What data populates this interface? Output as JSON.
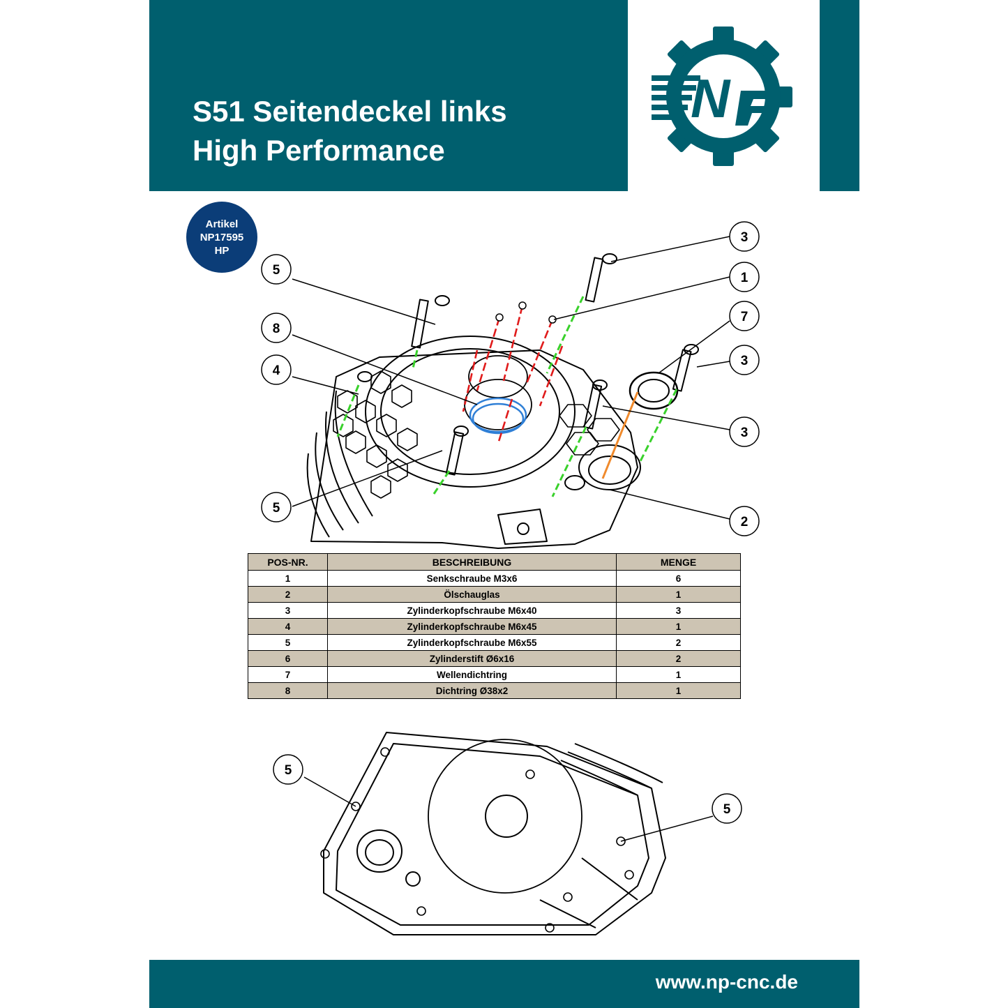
{
  "header": {
    "title_line1": "S51 Seitendeckel links",
    "title_line2": "High Performance"
  },
  "logo": {
    "text": "NP",
    "icon": "np-gear-logo"
  },
  "badge": {
    "line1": "Artikel",
    "line2": "NP17595",
    "line3": "HP"
  },
  "callouts_top": [
    "3",
    "5",
    "1",
    "8",
    "7",
    "4",
    "3",
    "3",
    "5",
    "2"
  ],
  "callouts_bottom": [
    "5",
    "5"
  ],
  "table": {
    "headers": [
      "POS-NR.",
      "BESCHREIBUNG",
      "MENGE"
    ],
    "rows": [
      {
        "pos": "1",
        "desc": "Senkschraube M3x6",
        "qty": "6"
      },
      {
        "pos": "2",
        "desc": "Ölschauglas",
        "qty": "1"
      },
      {
        "pos": "3",
        "desc": "Zylinderkopfschraube M6x40",
        "qty": "3"
      },
      {
        "pos": "4",
        "desc": "Zylinderkopfschraube M6x45",
        "qty": "1"
      },
      {
        "pos": "5",
        "desc": "Zylinderkopfschraube M6x55",
        "qty": "2"
      },
      {
        "pos": "6",
        "desc": "Zylinderstift Ø6x16",
        "qty": "2"
      },
      {
        "pos": "7",
        "desc": "Wellendichtring",
        "qty": "1"
      },
      {
        "pos": "8",
        "desc": "Dichtring Ø38x2",
        "qty": "1"
      }
    ]
  },
  "footer": {
    "url": "www.np-cnc.de"
  },
  "colors": {
    "teal": "#005f6e",
    "navy": "#0b3d78",
    "table_shade": "#cdc4b3",
    "green": "#39d12b",
    "red": "#e01b1b",
    "blue": "#2f7fd6",
    "orange": "#f08a2c"
  }
}
